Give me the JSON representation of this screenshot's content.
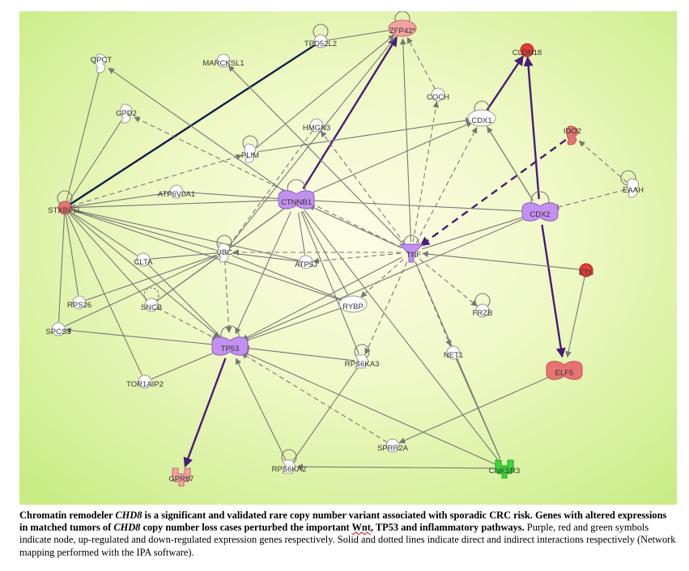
{
  "colors": {
    "background_center": "#fdfde6",
    "background_edge": "#c9ec86",
    "edge_gray": "#777777",
    "edge_purple": "#4b1a78",
    "edge_navy": "#0b1f4a",
    "node_white": "#ffffff",
    "node_purple": "#c290ee",
    "node_red": "#e87373",
    "node_red_strong": "#e23c3c",
    "node_pink": "#f2a2a2",
    "node_green": "#3ed63e"
  },
  "network": {
    "nodes": [
      {
        "id": "ZFP42",
        "label": "ZFP42*",
        "shape": "ellipse",
        "color": "pink"
      },
      {
        "id": "TPD52L2",
        "label": "TPD52L2",
        "shape": "circle",
        "color": "white"
      },
      {
        "id": "QPCT",
        "label": "QPCT",
        "shape": "enzyme",
        "color": "white"
      },
      {
        "id": "MARCKSL1",
        "label": "MARCKSL1",
        "shape": "circle",
        "color": "white"
      },
      {
        "id": "CLDN18",
        "label": "CLDN18",
        "shape": "circle",
        "color": "red_strong"
      },
      {
        "id": "COCH",
        "label": "COCH",
        "shape": "circle",
        "color": "white"
      },
      {
        "id": "GPD2",
        "label": "GPD2",
        "shape": "enzyme",
        "color": "white"
      },
      {
        "id": "CDX1",
        "label": "CDX1",
        "shape": "ellipse",
        "color": "white"
      },
      {
        "id": "HMGN3",
        "label": "HMGN3",
        "shape": "circle",
        "color": "white"
      },
      {
        "id": "IDO2",
        "label": "IDO2",
        "shape": "enzyme",
        "color": "red"
      },
      {
        "id": "PLIM",
        "label": "PLIM",
        "shape": "enzyme",
        "color": "white"
      },
      {
        "id": "EAAH",
        "label": "EAAH",
        "shape": "enzyme",
        "color": "white"
      },
      {
        "id": "STXBP5L",
        "label": "STXBP5L",
        "shape": "circle",
        "color": "red"
      },
      {
        "id": "ATP6V0A1",
        "label": "ATP6V0A1",
        "shape": "circle",
        "color": "white"
      },
      {
        "id": "CTNNB1",
        "label": "CTNNB1",
        "shape": "tf",
        "color": "purple"
      },
      {
        "id": "CDX2",
        "label": "CDX2",
        "shape": "tf",
        "color": "purple"
      },
      {
        "id": "TNF",
        "label": "TNF",
        "shape": "cytokine",
        "color": "purple"
      },
      {
        "id": "CLTA",
        "label": "CLTA",
        "shape": "circle",
        "color": "white"
      },
      {
        "id": "UBC",
        "label": "UBC",
        "shape": "enzyme",
        "color": "white"
      },
      {
        "id": "ATP5J",
        "label": "ATP5J",
        "shape": "circle",
        "color": "white"
      },
      {
        "id": "ETS",
        "label": "ETS",
        "shape": "circle",
        "color": "red_strong"
      },
      {
        "id": "RPS26",
        "label": "RPS26",
        "shape": "circle",
        "color": "white"
      },
      {
        "id": "SNCB",
        "label": "SNCB",
        "shape": "circle",
        "color": "white"
      },
      {
        "id": "RYBP",
        "label": "RYBP",
        "shape": "ellipse",
        "color": "white"
      },
      {
        "id": "FRZB",
        "label": "FRZB",
        "shape": "circle",
        "color": "white"
      },
      {
        "id": "SPCS3",
        "label": "SPCS3",
        "shape": "circle",
        "color": "white"
      },
      {
        "id": "TP53",
        "label": "TP53",
        "shape": "tf",
        "color": "purple"
      },
      {
        "id": "RPS6KA3",
        "label": "RPS6KA3",
        "shape": "kinase",
        "color": "white"
      },
      {
        "id": "NET1",
        "label": "NET1",
        "shape": "circle",
        "color": "white"
      },
      {
        "id": "ELF5",
        "label": "ELF5",
        "shape": "tf",
        "color": "red"
      },
      {
        "id": "TOR1AIP2",
        "label": "TOR1AIP2",
        "shape": "circle",
        "color": "white"
      },
      {
        "id": "SPRR2A",
        "label": "SPRR2A",
        "shape": "circle",
        "color": "white"
      },
      {
        "id": "GPR87",
        "label": "GPR87",
        "shape": "receptor",
        "color": "pink"
      },
      {
        "id": "RPS6KA2",
        "label": "RPS6KA2",
        "shape": "kinase",
        "color": "white"
      },
      {
        "id": "CNKSR3",
        "label": "CNKSR3",
        "shape": "receptor",
        "color": "green"
      }
    ],
    "edges": [
      {
        "from": "STXBP5L",
        "to": "TPD52L2",
        "style": "solid",
        "color": "navy",
        "arrow": false
      },
      {
        "from": "CTNNB1",
        "to": "ZFP42",
        "style": "solid",
        "color": "purple",
        "arrow": true
      },
      {
        "from": "CDX1",
        "to": "CLDN18",
        "style": "solid",
        "color": "purple",
        "arrow": true
      },
      {
        "from": "CDX2",
        "to": "CLDN18",
        "style": "solid",
        "color": "purple",
        "arrow": true
      },
      {
        "from": "CDX2",
        "to": "ELF5",
        "style": "solid",
        "color": "purple",
        "arrow": true
      },
      {
        "from": "TP53",
        "to": "GPR87",
        "style": "solid",
        "color": "purple",
        "arrow": true
      },
      {
        "from": "IDO2",
        "to": "TNF",
        "style": "dashed",
        "color": "purple",
        "arrow": true
      },
      {
        "from": "STXBP5L",
        "to": "QPCT",
        "style": "solid",
        "color": "gray",
        "arrow": false
      },
      {
        "from": "STXBP5L",
        "to": "GPD2",
        "style": "solid",
        "color": "gray",
        "arrow": false
      },
      {
        "from": "STXBP5L",
        "to": "PLIM",
        "style": "dashed",
        "color": "gray",
        "arrow": true
      },
      {
        "from": "STXBP5L",
        "to": "ATP6V0A1",
        "style": "solid",
        "color": "gray",
        "arrow": false
      },
      {
        "from": "STXBP5L",
        "to": "CLTA",
        "style": "solid",
        "color": "gray",
        "arrow": false
      },
      {
        "from": "STXBP5L",
        "to": "UBC",
        "style": "solid",
        "color": "gray",
        "arrow": false
      },
      {
        "from": "STXBP5L",
        "to": "RPS26",
        "style": "solid",
        "color": "gray",
        "arrow": false
      },
      {
        "from": "STXBP5L",
        "to": "SNCB",
        "style": "solid",
        "color": "gray",
        "arrow": false
      },
      {
        "from": "STXBP5L",
        "to": "SPCS3",
        "style": "solid",
        "color": "gray",
        "arrow": false
      },
      {
        "from": "STXBP5L",
        "to": "TOR1AIP2",
        "style": "solid",
        "color": "gray",
        "arrow": false
      },
      {
        "from": "STXBP5L",
        "to": "TP53",
        "style": "solid",
        "color": "gray",
        "arrow": true
      },
      {
        "from": "STXBP5L",
        "to": "ATP5J",
        "style": "solid",
        "color": "gray",
        "arrow": false
      },
      {
        "from": "STXBP5L",
        "to": "CTNNB1",
        "style": "solid",
        "color": "gray",
        "arrow": false
      },
      {
        "from": "CTNNB1",
        "to": "QPCT",
        "style": "solid",
        "color": "gray",
        "arrow": true
      },
      {
        "from": "CTNNB1",
        "to": "TNF",
        "style": "solid",
        "color": "gray",
        "arrow": false
      },
      {
        "from": "CTNNB1",
        "to": "CDX2",
        "style": "solid",
        "color": "gray",
        "arrow": false
      },
      {
        "from": "CTNNB1",
        "to": "TP53",
        "style": "solid",
        "color": "gray",
        "arrow": true
      },
      {
        "from": "CTNNB1",
        "to": "UBC",
        "style": "solid",
        "color": "gray",
        "arrow": false
      },
      {
        "from": "CTNNB1",
        "to": "RYBP",
        "style": "solid",
        "color": "gray",
        "arrow": false
      },
      {
        "from": "CTNNB1",
        "to": "CNKSR3",
        "style": "solid",
        "color": "gray",
        "arrow": false
      },
      {
        "from": "CTNNB1",
        "to": "CDX1",
        "style": "solid",
        "color": "gray",
        "arrow": true
      },
      {
        "from": "CTNNB1",
        "to": "RPS6KA3",
        "style": "solid",
        "color": "gray",
        "arrow": false
      },
      {
        "from": "CTNNB1",
        "to": "ATP6V0A1",
        "style": "solid",
        "color": "gray",
        "arrow": false
      },
      {
        "from": "CTNNB1",
        "to": "ATP5J",
        "style": "solid",
        "color": "gray",
        "arrow": false
      },
      {
        "from": "CTNNB1",
        "to": "SNCB",
        "style": "solid",
        "color": "gray",
        "arrow": false
      },
      {
        "from": "MARCKSL1",
        "to": "TNF",
        "style": "dashed",
        "color": "gray",
        "arrow": false
      },
      {
        "from": "TNF",
        "to": "MARCKSL1",
        "style": "dashed",
        "color": "gray",
        "arrow": true
      },
      {
        "from": "TNF",
        "to": "ZFP42",
        "style": "solid",
        "color": "gray",
        "arrow": true
      },
      {
        "from": "TNF",
        "to": "COCH",
        "style": "dashed",
        "color": "gray",
        "arrow": true
      },
      {
        "from": "TNF",
        "to": "CDX1",
        "style": "dashed",
        "color": "gray",
        "arrow": true
      },
      {
        "from": "TNF",
        "to": "GPD2",
        "style": "dashed",
        "color": "gray",
        "arrow": true
      },
      {
        "from": "TNF",
        "to": "HMGN3",
        "style": "dashed",
        "color": "gray",
        "arrow": true
      },
      {
        "from": "TNF",
        "to": "CTNNB1",
        "style": "dashed",
        "color": "gray",
        "arrow": true
      },
      {
        "from": "TNF",
        "to": "UBC",
        "style": "dashed",
        "color": "gray",
        "arrow": true
      },
      {
        "from": "TNF",
        "to": "ATP5J",
        "style": "dashed",
        "color": "gray",
        "arrow": true
      },
      {
        "from": "TNF",
        "to": "TP53",
        "style": "solid",
        "color": "gray",
        "arrow": true
      },
      {
        "from": "TNF",
        "to": "RYBP",
        "style": "dashed",
        "color": "gray",
        "arrow": true
      },
      {
        "from": "TNF",
        "to": "FRZB",
        "style": "dashed",
        "color": "gray",
        "arrow": true
      },
      {
        "from": "TNF",
        "to": "NET1",
        "style": "dashed",
        "color": "gray",
        "arrow": true
      },
      {
        "from": "TNF",
        "to": "RPS6KA3",
        "style": "dashed",
        "color": "gray",
        "arrow": true
      },
      {
        "from": "TNF",
        "to": "CNKSR3",
        "style": "solid",
        "color": "gray",
        "arrow": false
      },
      {
        "from": "COCH",
        "to": "ZFP42",
        "style": "dashed",
        "color": "gray",
        "arrow": true
      },
      {
        "from": "TPD52L2",
        "to": "ZFP42",
        "style": "solid",
        "color": "gray",
        "arrow": false
      },
      {
        "from": "ETS",
        "to": "TNF",
        "style": "solid",
        "color": "gray",
        "arrow": true
      },
      {
        "from": "ETS",
        "to": "ELF5",
        "style": "solid",
        "color": "gray",
        "arrow": true
      },
      {
        "from": "CDX2",
        "to": "CDX1",
        "style": "solid",
        "color": "gray",
        "arrow": true
      },
      {
        "from": "CDX2",
        "to": "TP53",
        "style": "solid",
        "color": "gray",
        "arrow": true
      },
      {
        "from": "CDX2",
        "to": "TNF",
        "style": "solid",
        "color": "gray",
        "arrow": false
      },
      {
        "from": "EAAH",
        "to": "IDO2",
        "style": "dashed",
        "color": "gray",
        "arrow": true
      },
      {
        "from": "EAAH",
        "to": "CDX2",
        "style": "dashed",
        "color": "gray",
        "arrow": true
      },
      {
        "from": "PLIM",
        "to": "ZFP42",
        "style": "solid",
        "color": "gray",
        "arrow": true
      },
      {
        "from": "PLIM",
        "to": "CDX1",
        "style": "solid",
        "color": "gray",
        "arrow": true
      },
      {
        "from": "UBC",
        "to": "ZFP42",
        "style": "solid",
        "color": "gray",
        "arrow": false
      },
      {
        "from": "UBC",
        "to": "CLTA",
        "style": "solid",
        "color": "gray",
        "arrow": false
      },
      {
        "from": "UBC",
        "to": "SNCB",
        "style": "solid",
        "color": "gray",
        "arrow": false
      },
      {
        "from": "UBC",
        "to": "TP53",
        "style": "dashed",
        "color": "gray",
        "arrow": true
      },
      {
        "from": "UBC",
        "to": "RPS26",
        "style": "solid",
        "color": "gray",
        "arrow": false
      },
      {
        "from": "UBC",
        "to": "ATP5J",
        "style": "solid",
        "color": "gray",
        "arrow": false
      },
      {
        "from": "UBC",
        "to": "RYBP",
        "style": "solid",
        "color": "gray",
        "arrow": false
      },
      {
        "from": "UBC",
        "to": "SPCS3",
        "style": "solid",
        "color": "gray",
        "arrow": false
      },
      {
        "from": "SNCB",
        "to": "TP53",
        "style": "dashed",
        "color": "gray",
        "arrow": true
      },
      {
        "from": "CLTA",
        "to": "TP53",
        "style": "solid",
        "color": "gray",
        "arrow": false
      },
      {
        "from": "TP53",
        "to": "SPCS3",
        "style": "solid",
        "color": "gray",
        "arrow": true
      },
      {
        "from": "TP53",
        "to": "TOR1AIP2",
        "style": "solid",
        "color": "gray",
        "arrow": false
      },
      {
        "from": "RPS6KA3",
        "to": "TP53",
        "style": "solid",
        "color": "gray",
        "arrow": true
      },
      {
        "from": "RPS6KA2",
        "to": "TP53",
        "style": "solid",
        "color": "gray",
        "arrow": true
      },
      {
        "from": "CNKSR3",
        "to": "TP53",
        "style": "solid",
        "color": "gray",
        "arrow": true
      },
      {
        "from": "RPS6KA2",
        "to": "RPS6KA3",
        "style": "solid",
        "color": "gray",
        "arrow": false
      },
      {
        "from": "SPRR2A",
        "to": "TP53",
        "style": "dashed",
        "color": "gray",
        "arrow": true
      },
      {
        "from": "CNKSR3",
        "to": "RPS6KA2",
        "style": "solid",
        "color": "gray",
        "arrow": true
      },
      {
        "from": "NET1",
        "to": "CNKSR3",
        "style": "solid",
        "color": "gray",
        "arrow": false
      },
      {
        "from": "ELF5",
        "to": "SPRR2A",
        "style": "solid",
        "color": "gray",
        "arrow": true
      },
      {
        "from": "RYBP",
        "to": "TP53",
        "style": "solid",
        "color": "gray",
        "arrow": false
      },
      {
        "from": "HMGN3",
        "to": "UBC",
        "style": "dashed",
        "color": "gray",
        "arrow": false
      },
      {
        "from": "CDX1",
        "to": "CDX2",
        "style": "solid",
        "color": "gray",
        "arrow": false
      },
      {
        "from": "STXBP5L",
        "to": "RYBP",
        "style": "solid",
        "color": "gray",
        "arrow": false
      }
    ]
  },
  "caption": {
    "bold_1": "Chromatin remodeler ",
    "gene_1": "CHD8",
    "bold_2": " is a significant and validated rare copy number variant associated with sporadic CRC risk. Genes with altered expressions in matched tumors of ",
    "gene_2": "CHD8",
    "bold_3": " copy number loss cases perturbed the important ",
    "bold_wnt": "Wnt",
    "bold_4": ", TP53 and inflammatory pathways.",
    "normal": " Purple, red and green symbols indicate node, up-regulated and down-regulated expression genes respectively. Solid and dotted lines indicate direct and indirect interactions respectively (Network mapping performed with the IPA software)."
  }
}
